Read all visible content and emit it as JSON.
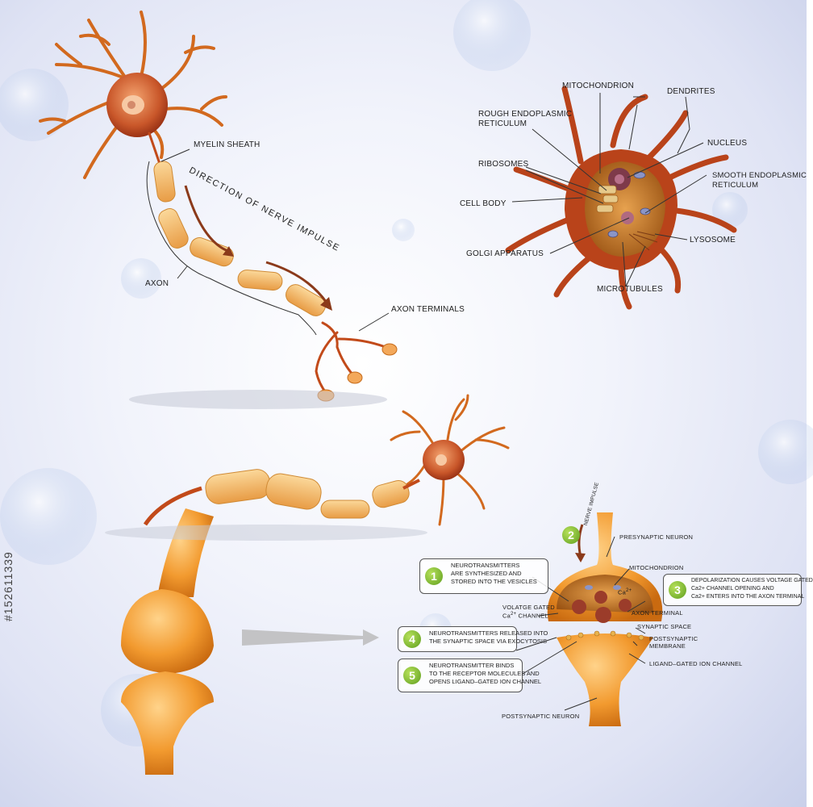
{
  "labels": {
    "myelin_sheath": "MYELIN SHEATH",
    "direction": "DIRECTION OF NERVE IMPULSE",
    "axon": "AXON",
    "axon_terminals": "AXON TERMINALS",
    "mitochondrion": "MITOCHONDRION",
    "dendrites": "DENDRITES",
    "rough_er": "ROUGH ENDOPLASMIC\nRETICULUM",
    "nucleus": "NUCLEUS",
    "ribosomes": "RIBOSOMES",
    "smooth_er": "SMOOTH ENDOPLASMIC\nRETICULUM",
    "cell_body": "CELL BODY",
    "lysosome": "LYSOSOME",
    "golgi": "GOLGI APPARATUS",
    "microtubules": "MICROTUBULES"
  },
  "synapse": {
    "presynaptic": "PRESYNAPTIC NEURON",
    "nerve_impulse": "NERVE IMPULSE",
    "mitochondrion": "MITOCHONDRION",
    "ca": "Ca",
    "ca_sup": "2+",
    "vg_channel_1": "VOLATGE GATED",
    "vg_channel_2": "CHANNEL",
    "axon_terminal": "AXON TERMINAL",
    "synaptic_space": "SYNAPTIC SPACE",
    "postsynaptic_membrane": "POSTSYNAPTIC\nMEMBRANE",
    "ligand_channel": "LIGAND–GATED ION CHANNEL",
    "postsynaptic": "POSTSYNAPTIC NEURON"
  },
  "steps": [
    {
      "num": "1",
      "text": "NEUROTRANSMITTERS\nARE SYNTHESIZED AND\nSTORED INTO THE VESICLES"
    },
    {
      "num": "2"
    },
    {
      "num": "3",
      "text": "DEPOLARIZATION CAUSES VOLTAGE GATED\nCa2+ CHANNEL OPENING AND\nCa2+ ENTERS INTO THE AXON TERMINAL"
    },
    {
      "num": "4",
      "text": "NEUROTRANSMITTERS RELEASED INTO\nTHE SYNAPTIC SPACE VIA EXOCYTOSIS"
    },
    {
      "num": "5",
      "text": "NEUROTRANSMITTER BINDS\nTO THE RECEPTOR MOLECULES AND\nOPENS LIGAND–GATED ION CHANNEL"
    }
  ],
  "watermark": "#152611339",
  "colors": {
    "neuron": "#d2691e",
    "myelin": "#f3b461",
    "step_badge": "#7cbd2c",
    "arrow": "#8b3a1a"
  }
}
